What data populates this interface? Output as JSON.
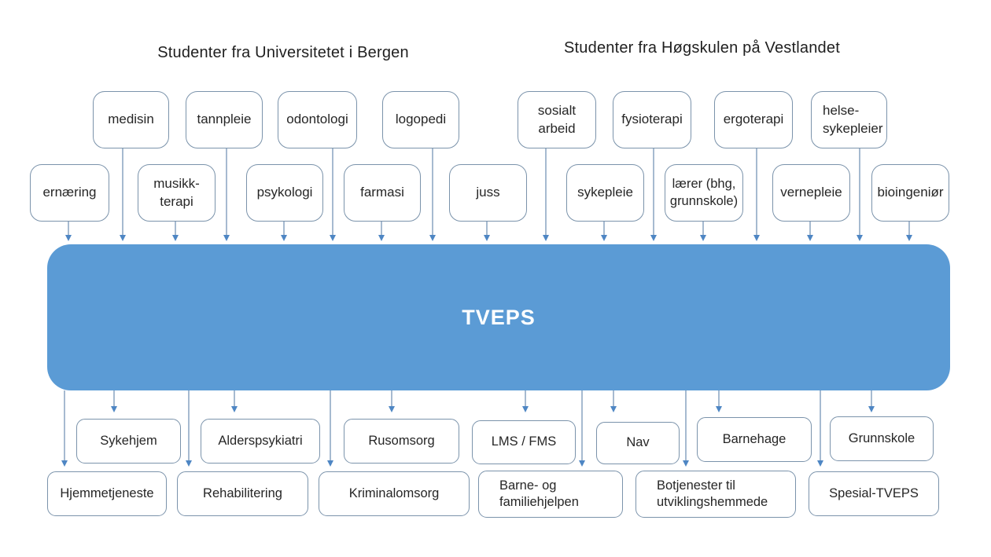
{
  "colors": {
    "tveps_fill": "#5b9bd5",
    "box_border": "#7b93ab",
    "arrow_line": "#7f9cbc",
    "arrow_head": "#4e86c4",
    "text": "#262626"
  },
  "headers": {
    "uib": "Studenter fra Universitetet i Bergen",
    "hvl": "Studenter fra Høgskulen på Vestlandet"
  },
  "tveps": {
    "label": "TVEPS"
  },
  "nodes": {
    "row1": [
      "medisin",
      "tannpleie",
      "odontologi",
      "logopedi",
      "sosialt\narbeid",
      "fysioterapi",
      "ergoterapi",
      "helse-\nsykepleier"
    ],
    "row2": [
      "ernæring",
      "musikk-\nterapi",
      "psykologi",
      "farmasi",
      "juss",
      "sykepleie",
      "lærer (bhg,\ngrunnskole)",
      "vernepleie",
      "bioingeniør"
    ],
    "bottom1": [
      "Sykehjem",
      "Alderspsykiatri",
      "Rusomsorg",
      "LMS / FMS",
      "Nav",
      "Barnehage",
      "Grunnskole"
    ],
    "bottom2": [
      "Hjemmetjeneste",
      "Rehabilitering",
      "Kriminalomsorg",
      "Barne- og\nfamiliehjelpen",
      "Botjenester til\nutviklingshemmede",
      "Spesial-TVEPS"
    ]
  }
}
